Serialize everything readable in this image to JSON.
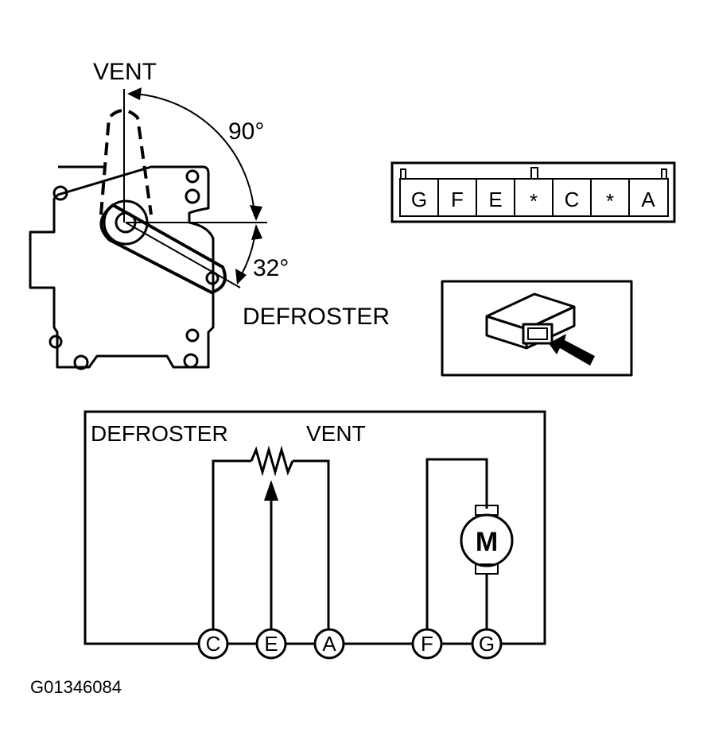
{
  "actuator": {
    "vent_label": "VENT",
    "defroster_label": "DEFROSTER",
    "angle_upper": "90°",
    "angle_lower": "32°"
  },
  "connector": {
    "pins": [
      "G",
      "F",
      "E",
      "*",
      "C",
      "*",
      "A"
    ]
  },
  "circuit": {
    "defroster_label": "DEFROSTER",
    "vent_label": "VENT",
    "motor_label": "M",
    "terminals": [
      "C",
      "E",
      "A",
      "F",
      "G"
    ]
  },
  "figure_code": "G01346084"
}
